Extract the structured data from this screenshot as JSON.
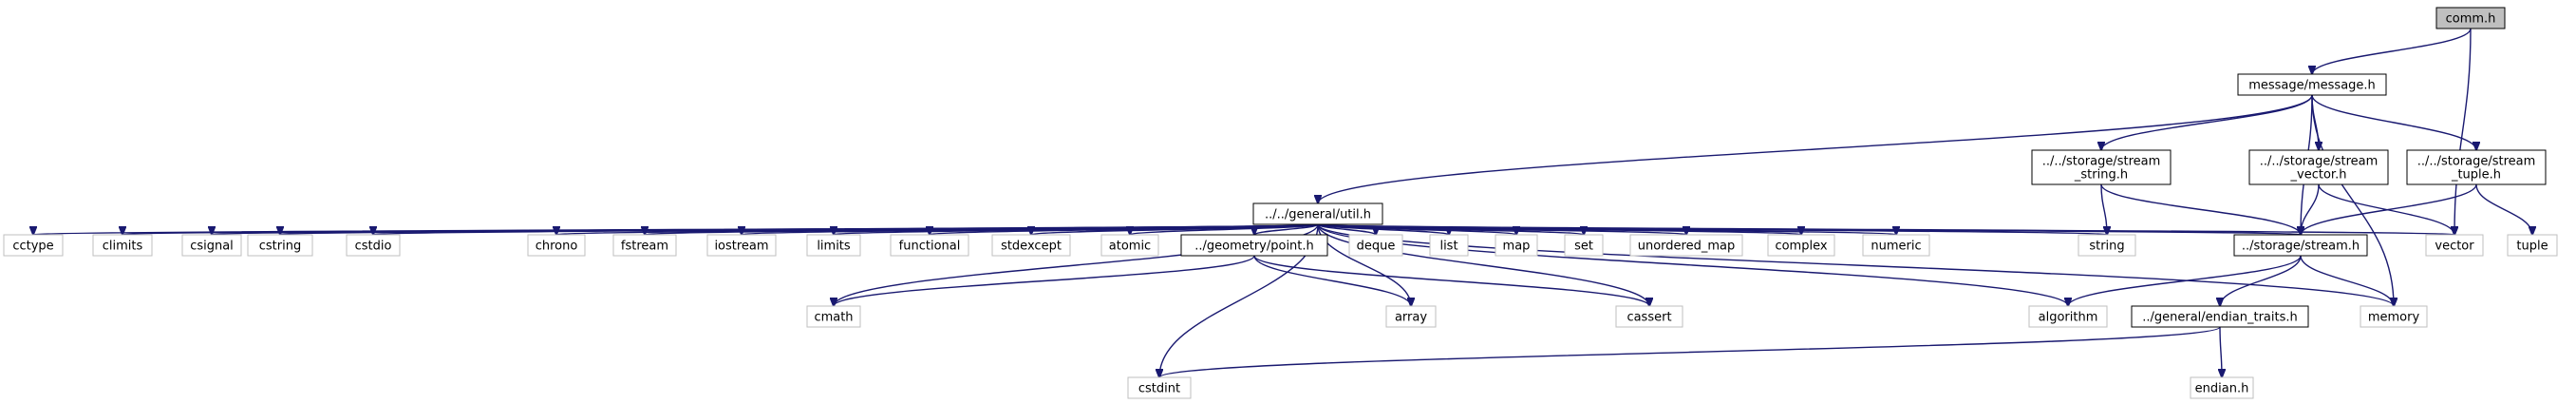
{
  "diagram": {
    "title": "",
    "nodes": [
      {
        "id": "comm",
        "label": "comm.h",
        "kind": "main"
      },
      {
        "id": "message",
        "label": "message/message.h",
        "kind": "local"
      },
      {
        "id": "util",
        "label": "../../general/util.h",
        "kind": "local"
      },
      {
        "id": "stream_string",
        "label": "../../storage/stream\n_string.h",
        "kind": "local"
      },
      {
        "id": "stream_vector",
        "label": "../../storage/stream\n_vector.h",
        "kind": "local"
      },
      {
        "id": "stream_tuple",
        "label": "../../storage/stream\n_tuple.h",
        "kind": "local"
      },
      {
        "id": "stream",
        "label": "../storage/stream.h",
        "kind": "local"
      },
      {
        "id": "point",
        "label": "../geometry/point.h",
        "kind": "local"
      },
      {
        "id": "endian_traits",
        "label": "../general/endian_traits.h",
        "kind": "local"
      },
      {
        "id": "cctype",
        "label": "cctype",
        "kind": "sys"
      },
      {
        "id": "climits",
        "label": "climits",
        "kind": "sys"
      },
      {
        "id": "csignal",
        "label": "csignal",
        "kind": "sys"
      },
      {
        "id": "cstring",
        "label": "cstring",
        "kind": "sys"
      },
      {
        "id": "cstdio",
        "label": "cstdio",
        "kind": "sys"
      },
      {
        "id": "chrono",
        "label": "chrono",
        "kind": "sys"
      },
      {
        "id": "fstream",
        "label": "fstream",
        "kind": "sys"
      },
      {
        "id": "iostream",
        "label": "iostream",
        "kind": "sys"
      },
      {
        "id": "limits",
        "label": "limits",
        "kind": "sys"
      },
      {
        "id": "functional",
        "label": "functional",
        "kind": "sys"
      },
      {
        "id": "stdexcept",
        "label": "stdexcept",
        "kind": "sys"
      },
      {
        "id": "atomic",
        "label": "atomic",
        "kind": "sys"
      },
      {
        "id": "deque",
        "label": "deque",
        "kind": "sys"
      },
      {
        "id": "list",
        "label": "list",
        "kind": "sys"
      },
      {
        "id": "map",
        "label": "map",
        "kind": "sys"
      },
      {
        "id": "set",
        "label": "set",
        "kind": "sys"
      },
      {
        "id": "unordered_map",
        "label": "unordered_map",
        "kind": "sys"
      },
      {
        "id": "complex",
        "label": "complex",
        "kind": "sys"
      },
      {
        "id": "numeric",
        "label": "numeric",
        "kind": "sys"
      },
      {
        "id": "string",
        "label": "string",
        "kind": "sys"
      },
      {
        "id": "vector",
        "label": "vector",
        "kind": "sys"
      },
      {
        "id": "tuple",
        "label": "tuple",
        "kind": "sys"
      },
      {
        "id": "cmath",
        "label": "cmath",
        "kind": "sys"
      },
      {
        "id": "array",
        "label": "array",
        "kind": "sys"
      },
      {
        "id": "cassert",
        "label": "cassert",
        "kind": "sys"
      },
      {
        "id": "algorithm",
        "label": "algorithm",
        "kind": "sys"
      },
      {
        "id": "memory",
        "label": "memory",
        "kind": "sys"
      },
      {
        "id": "cstdint",
        "label": "cstdint",
        "kind": "sys"
      },
      {
        "id": "endian",
        "label": "endian.h",
        "kind": "sys"
      }
    ],
    "edges": [
      [
        "comm",
        "message"
      ],
      [
        "comm",
        "vector"
      ],
      [
        "message",
        "util"
      ],
      [
        "message",
        "stream_string"
      ],
      [
        "message",
        "stream_vector"
      ],
      [
        "message",
        "stream_tuple"
      ],
      [
        "message",
        "stream"
      ],
      [
        "message",
        "memory"
      ],
      [
        "util",
        "cctype"
      ],
      [
        "util",
        "climits"
      ],
      [
        "util",
        "csignal"
      ],
      [
        "util",
        "cstring"
      ],
      [
        "util",
        "cstdio"
      ],
      [
        "util",
        "chrono"
      ],
      [
        "util",
        "fstream"
      ],
      [
        "util",
        "iostream"
      ],
      [
        "util",
        "limits"
      ],
      [
        "util",
        "functional"
      ],
      [
        "util",
        "stdexcept"
      ],
      [
        "util",
        "atomic"
      ],
      [
        "util",
        "point"
      ],
      [
        "util",
        "deque"
      ],
      [
        "util",
        "list"
      ],
      [
        "util",
        "map"
      ],
      [
        "util",
        "set"
      ],
      [
        "util",
        "unordered_map"
      ],
      [
        "util",
        "complex"
      ],
      [
        "util",
        "numeric"
      ],
      [
        "util",
        "string"
      ],
      [
        "util",
        "stream"
      ],
      [
        "util",
        "vector"
      ],
      [
        "util",
        "cmath"
      ],
      [
        "util",
        "array"
      ],
      [
        "util",
        "cassert"
      ],
      [
        "util",
        "algorithm"
      ],
      [
        "util",
        "memory"
      ],
      [
        "util",
        "cstdint"
      ],
      [
        "point",
        "cmath"
      ],
      [
        "point",
        "array"
      ],
      [
        "point",
        "cassert"
      ],
      [
        "stream_string",
        "string"
      ],
      [
        "stream_string",
        "stream"
      ],
      [
        "stream_vector",
        "stream"
      ],
      [
        "stream_vector",
        "vector"
      ],
      [
        "stream_tuple",
        "stream"
      ],
      [
        "stream_tuple",
        "tuple"
      ],
      [
        "stream",
        "algorithm"
      ],
      [
        "stream",
        "endian_traits"
      ],
      [
        "stream",
        "memory"
      ],
      [
        "endian_traits",
        "cstdint"
      ],
      [
        "endian_traits",
        "endian"
      ]
    ]
  }
}
